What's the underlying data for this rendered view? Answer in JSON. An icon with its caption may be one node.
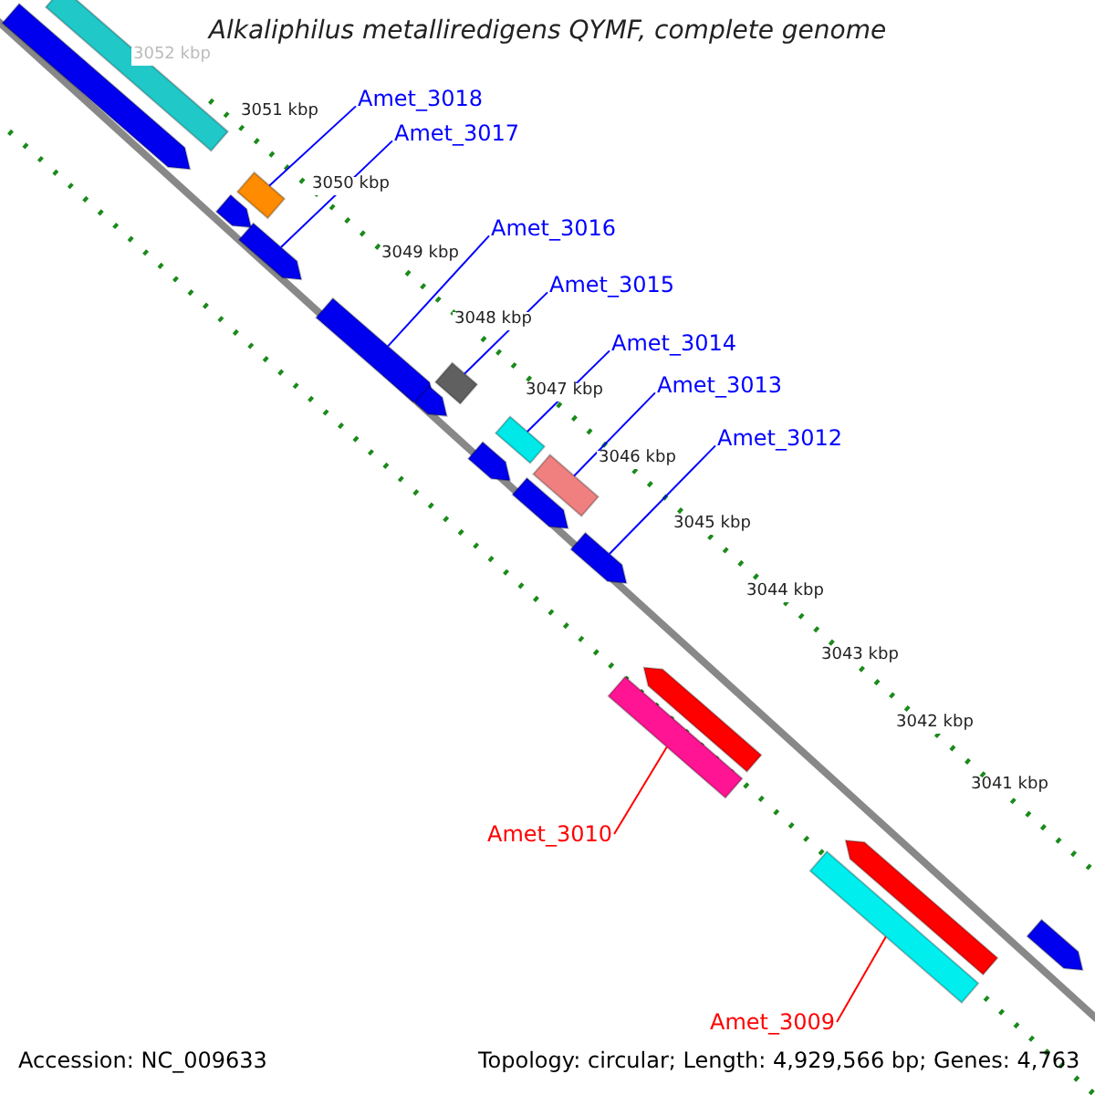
{
  "diagram": {
    "title": "Alkaliphilus metalliredigens QYMF, complete genome",
    "nodes": [
      {
        "text": [
          "Amet_3018"
        ]
      },
      {
        "text": [
          "Amet_3017"
        ]
      },
      {
        "text": [
          "Amet_3016"
        ]
      },
      {
        "text": [
          "Amet_3015"
        ]
      },
      {
        "text": [
          "Amet_3014"
        ]
      },
      {
        "text": [
          "Amet_3013"
        ]
      },
      {
        "text": [
          "Amet_3012"
        ]
      },
      {
        "text": [
          "Amet_3010"
        ]
      },
      {
        "text": [
          "Amet_3009"
        ]
      },
      {
        "text": [],
        "shape": "box"
      },
      {
        "text": [],
        "shape": "arrow"
      },
      {
        "text": [],
        "shape": "arrow"
      },
      {
        "text": [],
        "shape": "box"
      },
      {
        "text": [],
        "shape": "box"
      },
      {
        "text": [],
        "shape": "box"
      },
      {
        "text": [],
        "shape": "arrow"
      },
      {
        "text": [],
        "shape": "box"
      },
      {
        "text": [],
        "shape": "box"
      },
      {
        "text": [],
        "shape": "arrow"
      },
      {
        "text": [],
        "shape": "box"
      },
      {
        "text": [],
        "shape": "arrow"
      },
      {
        "text": [],
        "shape": "arrow"
      },
      {
        "text": [],
        "shape": "arrow"
      },
      {
        "text": [],
        "shape": "arrow"
      },
      {
        "text": [],
        "shape": "arrow"
      },
      {
        "text": [],
        "shape": "arrow"
      },
      {
        "text": [],
        "shape": "arrow"
      }
    ],
    "edges": [
      {
        "from": 0,
        "to": 9,
        "arrow": "none"
      },
      {
        "from": 1,
        "to": 10,
        "arrow": "none"
      },
      {
        "from": 2,
        "to": 11,
        "arrow": "none"
      },
      {
        "from": 3,
        "to": 12,
        "arrow": "none"
      },
      {
        "from": 4,
        "to": 13,
        "arrow": "none"
      },
      {
        "from": 5,
        "to": 14,
        "arrow": "none"
      },
      {
        "from": 6,
        "to": 15,
        "arrow": "none"
      },
      {
        "from": 7,
        "to": 16,
        "arrow": "none",
        "color": "#ff0000"
      },
      {
        "from": 8,
        "to": 17,
        "arrow": "none",
        "color": "#ff0000"
      }
    ],
    "labels": [
      "3052 kbp",
      "3051 kbp",
      "3050 kbp",
      "3049 kbp",
      "3048 kbp",
      "3047 kbp",
      "3046 kbp",
      "3045 kbp",
      "3044 kbp",
      "3043 kbp",
      "3042 kbp",
      "3041 kbp",
      "Accession: NC_009633",
      "Topology: circular; Length: 4,929,566 bp; Genes: 4,763"
    ]
  }
}
